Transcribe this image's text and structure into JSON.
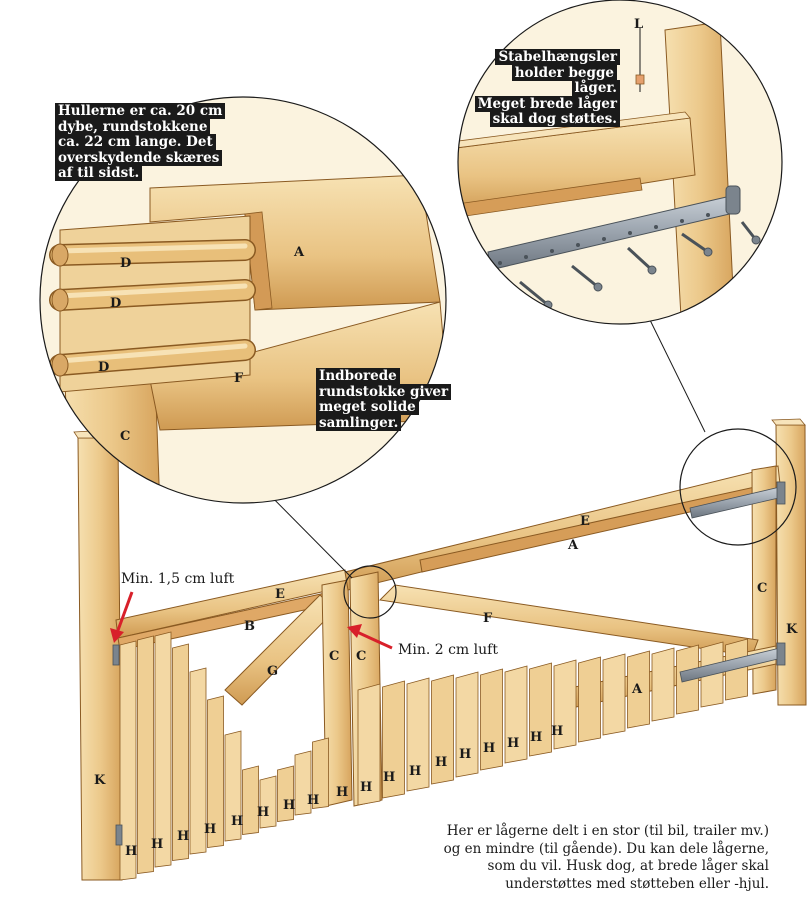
{
  "callouts": {
    "holes": [
      "Hullerne er ca. 20 cm",
      "dybe, rundstokkene",
      "ca. 22 cm lange. Det",
      "overskydende skæres",
      "af til sidst."
    ],
    "hinges": [
      "Stabelhængsler",
      "holder begge låger.",
      "Meget brede låger",
      "skal dog støttes."
    ],
    "dowels": [
      "Indborede",
      "rundstokke giver",
      "meget solide",
      "samlinger."
    ]
  },
  "annotations": {
    "gap_top": "Min. 1,5 cm luft",
    "gap_middle": "Min. 2 cm luft"
  },
  "caption": [
    "Her er lågerne delt i en stor (til bil, trailer mv.)",
    "og en mindre (til gående). Du kan dele lågerne,",
    "som du vil. Husk dog, at brede låger skal",
    "understøttes med støtteben eller -hjul."
  ],
  "part_labels": {
    "A": "A",
    "B": "B",
    "C": "C",
    "D": "D",
    "E": "E",
    "F": "F",
    "G": "G",
    "H": "H",
    "K": "K",
    "L": "L"
  },
  "colors": {
    "wood_light": "#f3d9a4",
    "wood_mid": "#e6bd78",
    "wood_dark": "#c8914a",
    "metal": "#9aa3ad",
    "arrow_red": "#d8202a",
    "label_bg": "#1a1a1a"
  }
}
